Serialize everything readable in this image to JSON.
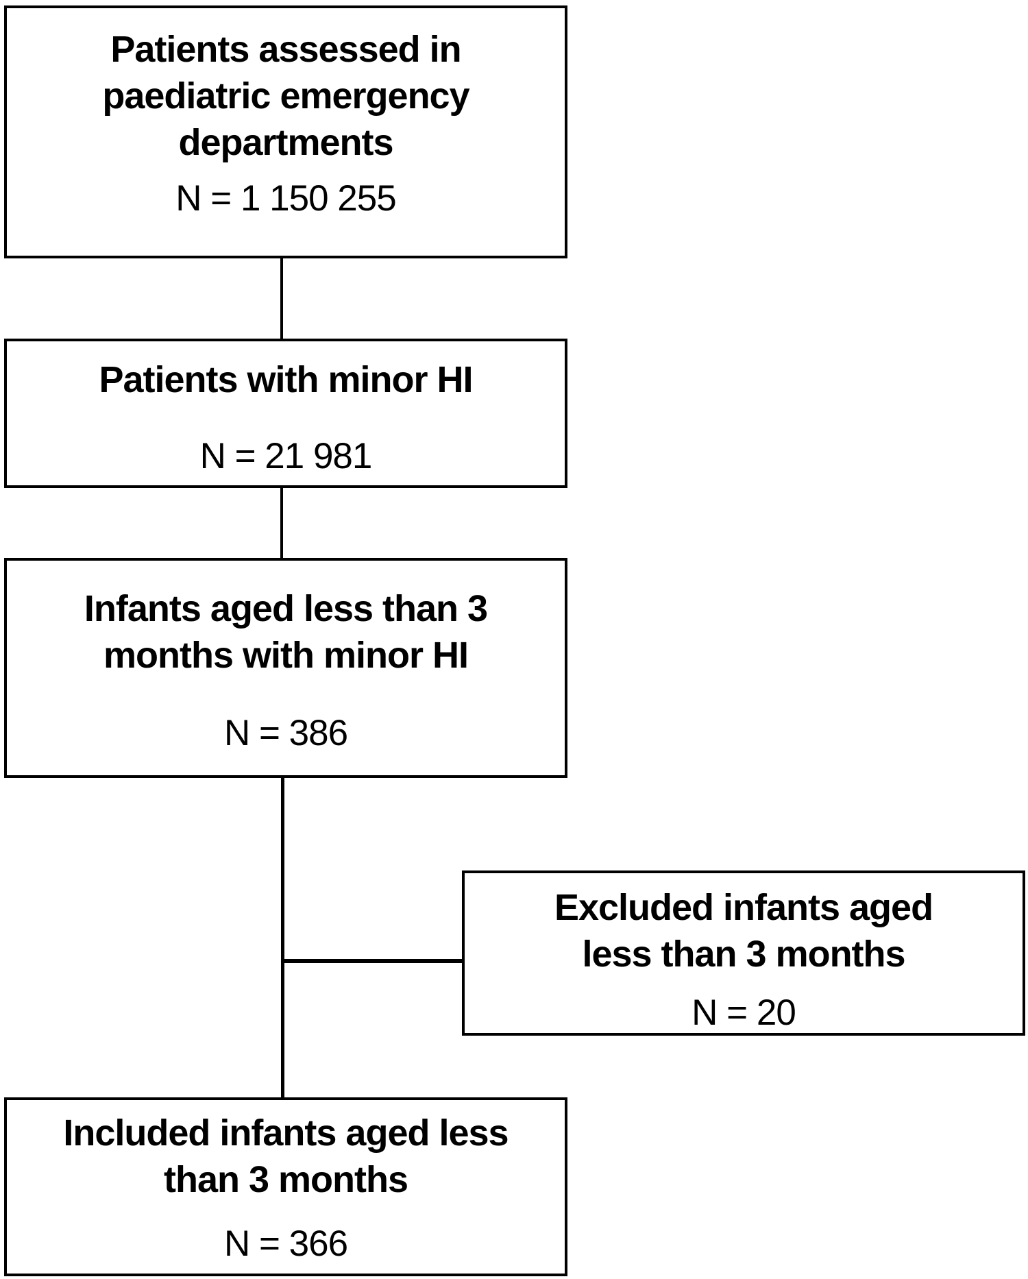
{
  "flowchart": {
    "colors": {
      "background": "#ffffff",
      "border": "#000000",
      "text": "#000000"
    },
    "nodes": [
      {
        "id": "patients-assessed",
        "title_lines": [
          "Patients assessed in",
          "paediatric emergency",
          "departments"
        ],
        "count": "N = 1 150 255"
      },
      {
        "id": "patients-minor-hi",
        "title_lines": [
          "Patients with minor HI"
        ],
        "count": "N = 21 981"
      },
      {
        "id": "infants-under-3-months-minor-hi",
        "title_lines": [
          "Infants aged less than 3",
          "months with minor HI"
        ],
        "count": "N = 386"
      },
      {
        "id": "excluded-infants-under-3-months",
        "title_lines": [
          "Excluded infants aged",
          "less than 3 months"
        ],
        "count": "N = 20"
      },
      {
        "id": "included-infants-under-3-months",
        "title_lines": [
          "Included infants aged less",
          "than 3 months"
        ],
        "count": "N = 366"
      }
    ]
  }
}
